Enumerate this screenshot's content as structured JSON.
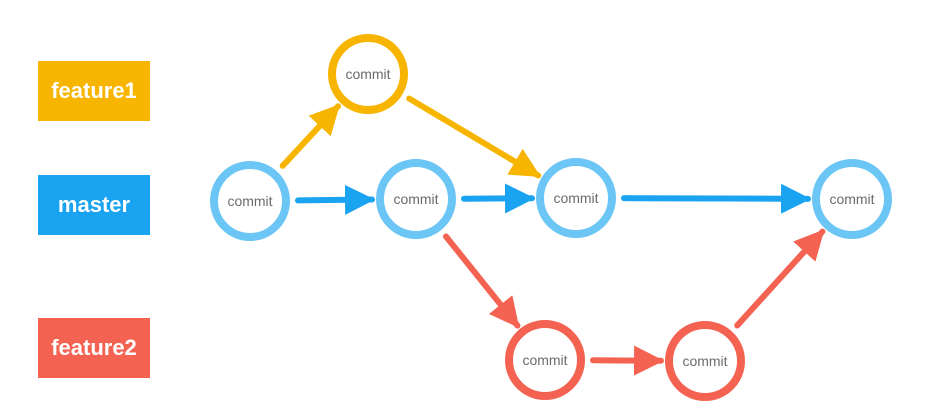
{
  "colors": {
    "feature1": "#F7B500",
    "master": "#1AA3F0",
    "master_node": "#6CC6F5",
    "feature2": "#F46252",
    "commit_text": "#6b6b6b"
  },
  "branches": {
    "feature1": {
      "label": "feature1"
    },
    "master": {
      "label": "master"
    },
    "feature2": {
      "label": "feature2"
    }
  },
  "commits": [
    {
      "id": "f1-c1",
      "branch": "feature1",
      "label": "commit"
    },
    {
      "id": "m-c1",
      "branch": "master",
      "label": "commit"
    },
    {
      "id": "m-c2",
      "branch": "master",
      "label": "commit"
    },
    {
      "id": "m-c3",
      "branch": "master",
      "label": "commit"
    },
    {
      "id": "m-c4",
      "branch": "master",
      "label": "commit"
    },
    {
      "id": "f2-c1",
      "branch": "feature2",
      "label": "commit"
    },
    {
      "id": "f2-c2",
      "branch": "feature2",
      "label": "commit"
    }
  ],
  "edges": [
    {
      "from": "m-c1",
      "to": "f1-c1",
      "branch": "feature1"
    },
    {
      "from": "f1-c1",
      "to": "m-c3",
      "branch": "feature1"
    },
    {
      "from": "m-c1",
      "to": "m-c2",
      "branch": "master"
    },
    {
      "from": "m-c2",
      "to": "m-c3",
      "branch": "master"
    },
    {
      "from": "m-c3",
      "to": "m-c4",
      "branch": "master"
    },
    {
      "from": "m-c2",
      "to": "f2-c1",
      "branch": "feature2"
    },
    {
      "from": "f2-c1",
      "to": "f2-c2",
      "branch": "feature2"
    },
    {
      "from": "f2-c2",
      "to": "m-c4",
      "branch": "feature2"
    }
  ]
}
